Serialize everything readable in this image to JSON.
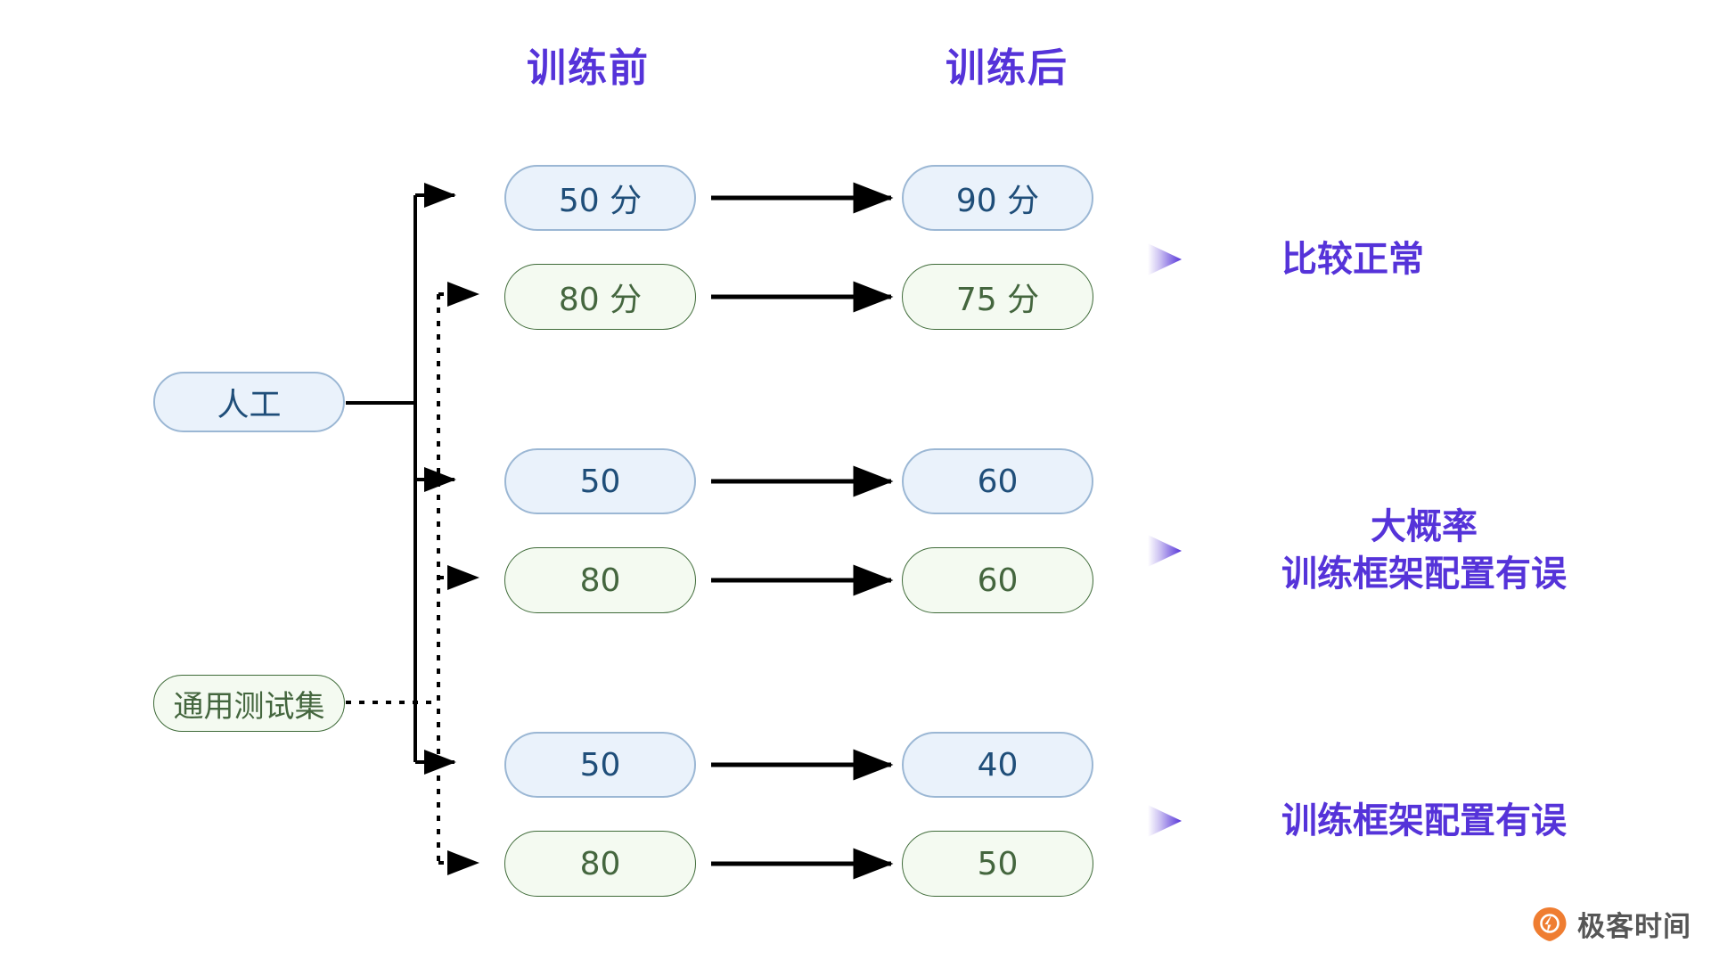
{
  "headers": {
    "before": "训练前",
    "after": "训练后"
  },
  "sources": [
    {
      "id": "manual",
      "label": "人工",
      "style": "blue"
    },
    {
      "id": "testset",
      "label": "通用测试集",
      "style": "green"
    }
  ],
  "groups": [
    {
      "rows": [
        {
          "style": "blue",
          "before": "50 分",
          "after": "90 分"
        },
        {
          "style": "green",
          "before": "80 分",
          "after": "75 分"
        }
      ],
      "conclusion": "比较正常"
    },
    {
      "rows": [
        {
          "style": "blue",
          "before": "50",
          "after": "60"
        },
        {
          "style": "green",
          "before": "80",
          "after": "60"
        }
      ],
      "conclusion": "大概率\n训练框架配置有误"
    },
    {
      "rows": [
        {
          "style": "blue",
          "before": "50",
          "after": "40"
        },
        {
          "style": "green",
          "before": "80",
          "after": "50"
        }
      ],
      "conclusion": "训练框架配置有误"
    }
  ],
  "watermark": {
    "text": "极客时间",
    "logo_icon": "geektime-logo-icon"
  },
  "colors": {
    "accent_purple": "#5533d9",
    "blue_fill": "#eaf2fb",
    "blue_border": "#9bb7d4",
    "blue_text": "#1f4e79",
    "green_fill": "#f4faf1",
    "green_border": "#3f6b39",
    "green_text": "#44663e",
    "connector": "#000000",
    "watermark_orange": "#ef7d31",
    "watermark_text": "#565656"
  }
}
